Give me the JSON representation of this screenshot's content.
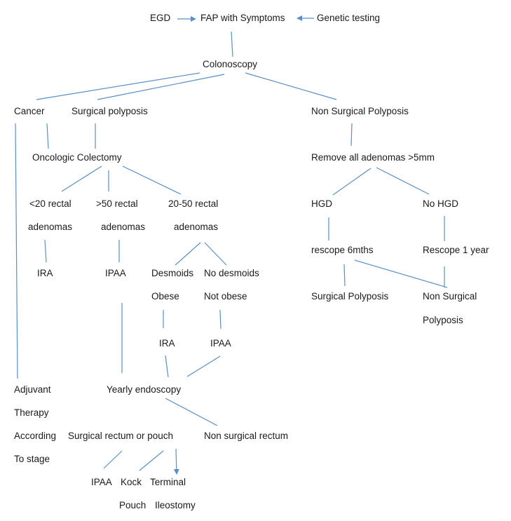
{
  "diagram": {
    "line_color": "#5b8fc7",
    "text_color": "#1a1a1a",
    "nodes": {
      "egd": "EGD",
      "fap": "FAP with Symptoms",
      "genetic": "Genetic testing",
      "colonoscopy": "Colonoscopy",
      "cancer": "Cancer",
      "surgical_polyposis": "Surgical polyposis",
      "non_surgical_polyposis": "Non Surgical Polyposis",
      "oncologic_colectomy": "Oncologic Colectomy",
      "remove_adenomas": "Remove all adenomas >5mm",
      "lt20_line1": "<20 rectal",
      "lt20_line2": "adenomas",
      "gt50_line1": ">50 rectal",
      "gt50_line2": "adenomas",
      "mid_line1": "20-50 rectal",
      "mid_line2": "adenomas",
      "hgd": "HGD",
      "no_hgd": "No HGD",
      "rescope_6": "rescope 6mths",
      "rescope_1y": "Rescope 1 year",
      "ira_1": "IRA",
      "ipaa_1": "IPAA",
      "desmoids": "Desmoids",
      "no_desmoids": "No desmoids",
      "obese": "Obese",
      "not_obese": "Not obese",
      "surgical_polyposis_2": "Surgical Polyposis",
      "non_surgical_2_line1": "Non Surgical",
      "non_surgical_2_line2": "Polyposis",
      "ira_2": "IRA",
      "ipaa_2": "IPAA",
      "adjuvant_1": "Adjuvant",
      "adjuvant_2": "Therapy",
      "adjuvant_3": "According",
      "adjuvant_4": "To stage",
      "yearly_endoscopy": "Yearly endoscopy",
      "surgical_rectum": "Surgical rectum or pouch",
      "non_surgical_rectum": "Non surgical rectum",
      "ipaa_3": "IPAA",
      "kock_1": "Kock",
      "kock_2": "Pouch",
      "terminal_1": "Terminal",
      "terminal_2": "Ileostomy"
    }
  }
}
